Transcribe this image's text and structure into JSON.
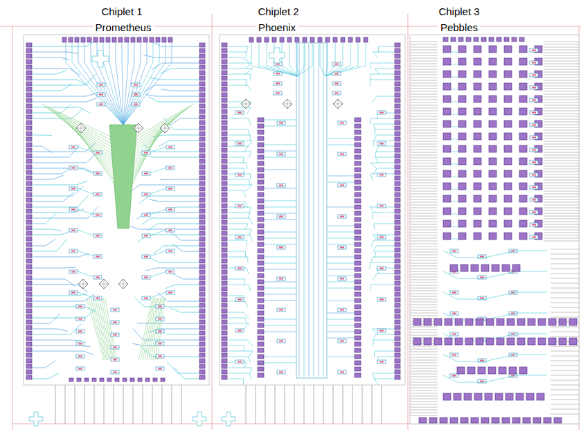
{
  "diagram": {
    "labels": [
      "Chiplet 1",
      "Prometheus",
      "Chiplet 2",
      "Phoenix",
      "Chiplet 3",
      "Pebbles"
    ]
  }
}
